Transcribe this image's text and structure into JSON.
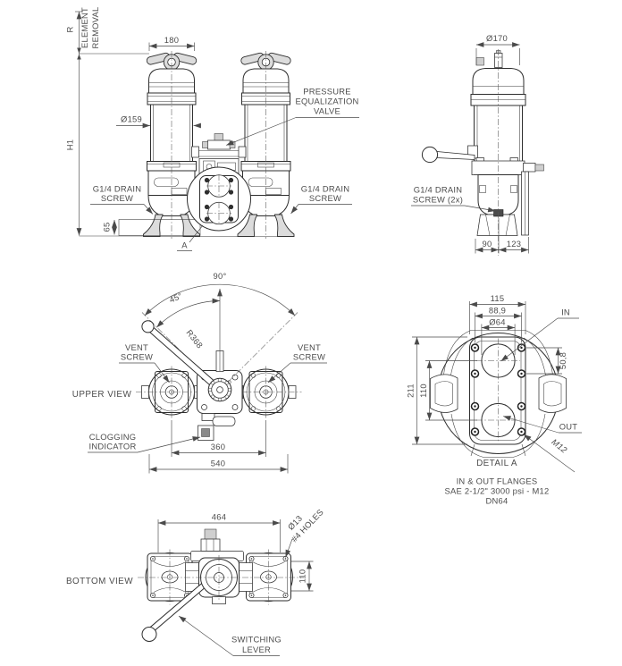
{
  "front": {
    "dim_width": "180",
    "dim_diameter": "Ø159",
    "dim_r": "R",
    "removal_1": "ELEMENT",
    "removal_2": "REMOVAL",
    "dim_h1": "H1",
    "dim_65": "65",
    "drain_left_1": "G1/4 DRAIN",
    "drain_left_2": "SCREW",
    "drain_right_1": "G1/4 DRAIN",
    "drain_right_2": "SCREW",
    "pev_1": "PRESSURE",
    "pev_2": "EQUALIZATION",
    "pev_3": "VALVE",
    "detail_marker": "A"
  },
  "side": {
    "dim_diameter": "Ø170",
    "drain_1": "G1/4 DRAIN",
    "drain_2": "SCREW (2x)",
    "dim_90": "90",
    "dim_123": "123"
  },
  "upper": {
    "title": "UPPER VIEW",
    "angle_90": "90°",
    "angle_45": "45°",
    "radius": "R368",
    "vent_left_1": "VENT",
    "vent_left_2": "SCREW",
    "vent_right_1": "VENT",
    "vent_right_2": "SCREW",
    "clog_1": "CLOGGING",
    "clog_2": "INDICATOR",
    "dim_360": "360",
    "dim_540": "540"
  },
  "detail_a": {
    "dim_115": "115",
    "dim_889": "88,9",
    "dim_d64": "Ø64",
    "port_in": "IN",
    "dim_508": "50,8",
    "dim_211": "211",
    "dim_110": "110",
    "port_out": "OUT",
    "thread": "M12",
    "title": "DETAIL A",
    "note_1": "IN & OUT FLANGES",
    "note_2": "SAE 2-1/2\" 3000 psi - M12",
    "note_3": "DN64"
  },
  "bottom": {
    "title": "BOTTOM VIEW",
    "dim_464": "464",
    "dim_d13": "Ø13",
    "holes": "#4 HOLES",
    "dim_110": "110",
    "lever_1": "SWITCHING",
    "lever_2": "LEVER"
  }
}
